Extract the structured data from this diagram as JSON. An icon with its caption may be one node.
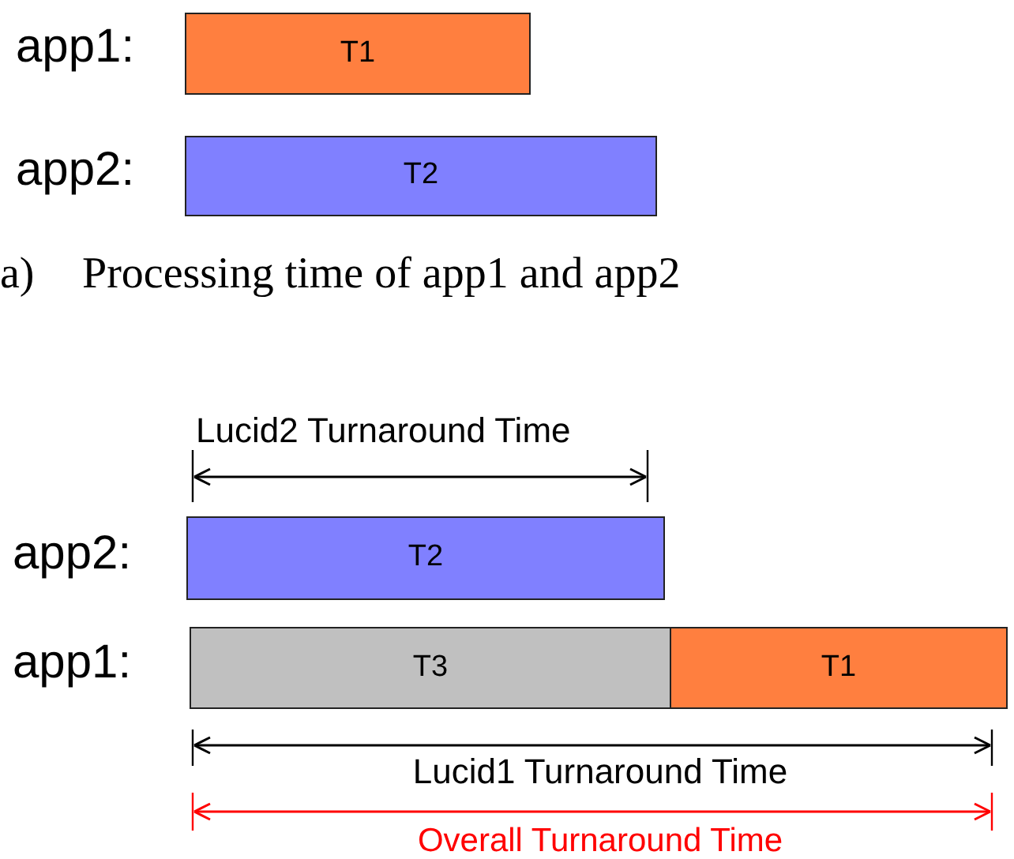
{
  "diagram": {
    "nodes": [
      {
        "text": [
          "T1"
        ]
      },
      {
        "text": [
          "T2"
        ]
      },
      {
        "text": [
          "T2"
        ]
      },
      {
        "text": [
          "T3"
        ]
      },
      {
        "text": [
          "T1"
        ]
      }
    ],
    "labels": [
      "app1:",
      "app2:",
      "a)",
      "Processing time of app1 and app2",
      "Lucid2 Turnaround Time",
      "app2:",
      "app1:",
      "Lucid1 Turnaround Time",
      "Overall Turnaround Time"
    ]
  }
}
